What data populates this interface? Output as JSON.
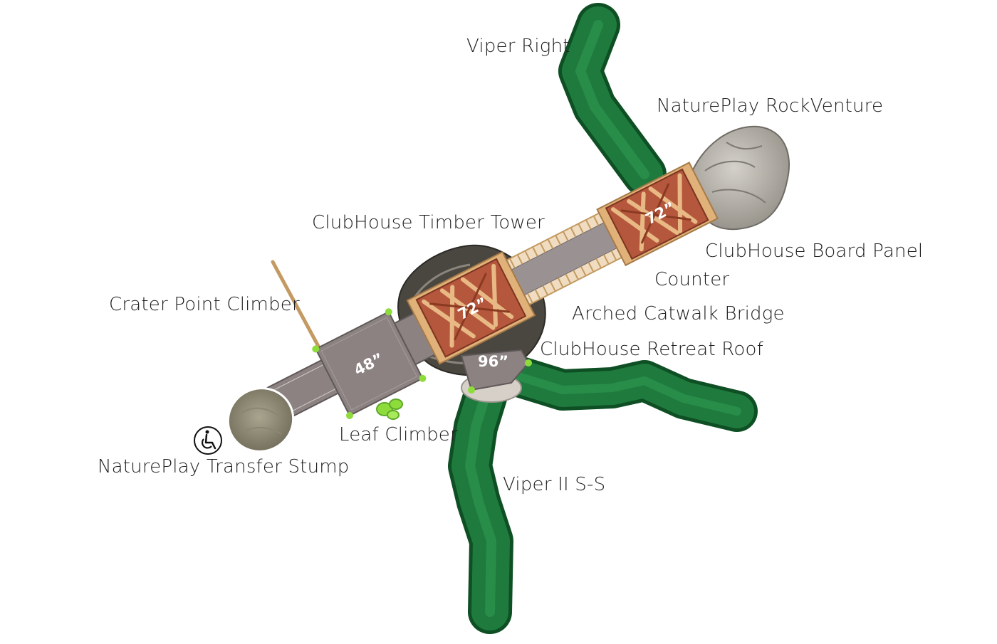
{
  "diagram": {
    "labels": {
      "viper_right": "Viper Right",
      "rockventure": "NaturePlay RockVenture",
      "timber_tower": "ClubHouse Timber Tower",
      "board_panel": "ClubHouse Board Panel",
      "counter": "Counter",
      "crater_point": "Crater Point Climber",
      "catwalk": "Arched Catwalk Bridge",
      "retreat_roof": "ClubHouse Retreat Roof",
      "leaf_climber": "Leaf Climber",
      "transfer_stump": "NaturePlay Transfer Stump",
      "viper2": "Viper II S-S"
    },
    "deck_heights": {
      "upper_tower": "72”",
      "main_tower": "72”",
      "left_deck": "48”",
      "retreat_deck": "96”"
    },
    "icons": {
      "accessibility": "wheelchair-accessible-icon"
    },
    "colors": {
      "slide_green": "#1f7a3e",
      "deck_gray": "#8c8282",
      "timber_red": "#b5573c",
      "rock_gray": "#b3b0a8",
      "wood_tan": "#d9ab74",
      "climber_green": "#8edc3c"
    }
  }
}
